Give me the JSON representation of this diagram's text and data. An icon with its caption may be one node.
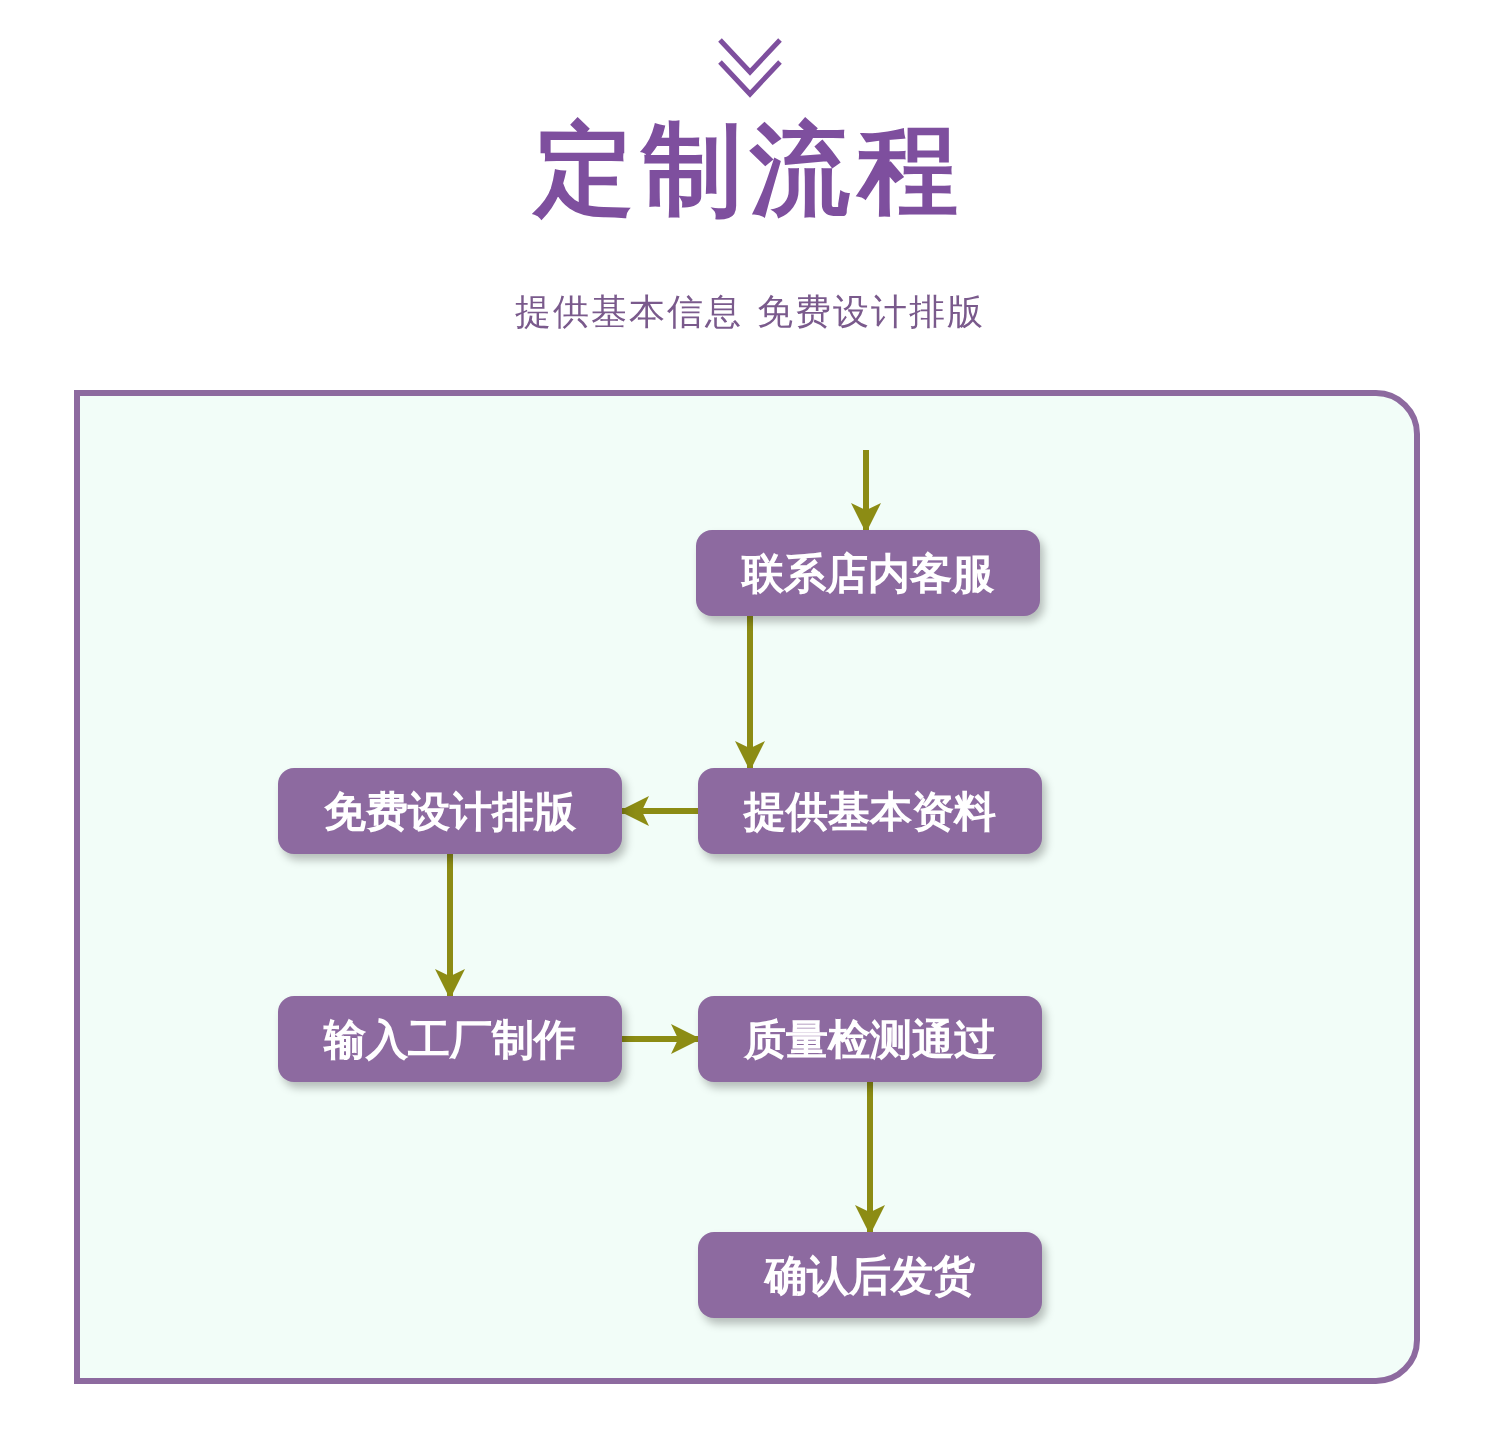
{
  "diagram": {
    "title": "定制流程",
    "caption": "提供基本信息 免费设计排版",
    "nodes": [
      {
        "text": [
          "联系店内客服"
        ]
      },
      {
        "text": [
          "提供基本资料"
        ]
      },
      {
        "text": [
          "免费设计排版"
        ]
      },
      {
        "text": [
          "输入工厂制作"
        ]
      },
      {
        "text": [
          "质量检测通过"
        ]
      },
      {
        "text": [
          "确认后发货"
        ]
      }
    ],
    "edges": [
      {
        "from": null,
        "to": 0,
        "arrow": "to"
      },
      {
        "from": 0,
        "to": 1,
        "arrow": "to"
      },
      {
        "from": 1,
        "to": 2,
        "arrow": "to"
      },
      {
        "from": 2,
        "to": 3,
        "arrow": "to"
      },
      {
        "from": 3,
        "to": 4,
        "arrow": "to"
      },
      {
        "from": 4,
        "to": 5,
        "arrow": "to"
      }
    ]
  }
}
